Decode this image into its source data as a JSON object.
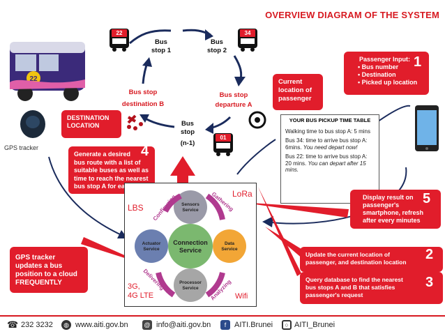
{
  "title": "OVERVIEW DIAGRAM OF THE SYSTEM",
  "stops": {
    "bus_stop_1": [
      "Bus",
      "stop 1"
    ],
    "bus_stop_2": [
      "Bus",
      "stop 2"
    ],
    "bus_stop_n1": [
      "Bus",
      "stop",
      "(n-1)"
    ],
    "bus_stop_b": [
      "Bus stop",
      "destination B"
    ],
    "bus_stop_a": [
      "Bus stop",
      "departure  A"
    ]
  },
  "buses": {
    "bus_22": "22",
    "bus_34": "34",
    "bus_01": "01",
    "van_number": "22"
  },
  "current_location": [
    "Current",
    "location of",
    "passenger"
  ],
  "destination_location": [
    "DESTINATION",
    "LOCATION"
  ],
  "gps_tracker_label": "GPS tracker",
  "callouts": {
    "passenger_input": {
      "heading": "Passenger Input:",
      "items": [
        "Bus number",
        "Destination",
        "Picked up location"
      ],
      "number": "1"
    },
    "route": {
      "text": [
        "Generate a desired",
        "bus route with a list of",
        "suitable buses as well as",
        "time to reach the nearest",
        "bus stop A for each bus"
      ],
      "number": "4"
    },
    "display": {
      "text": [
        "Display result on",
        "passenger's",
        "smartphone, refresh",
        "after every minutes"
      ],
      "number": "5"
    },
    "gps": {
      "text": [
        "GPS tracker",
        "updates a bus",
        "position to a cloud",
        "FREQUENTLY"
      ]
    },
    "update": {
      "text": [
        "Update the current location of",
        "passenger, and destination location"
      ],
      "number": "2"
    },
    "query": {
      "text": [
        "Query database to find the nearest",
        "bus stops A and B that satisfies",
        "passenger's request"
      ],
      "number": "3"
    }
  },
  "timetable": {
    "title": "YOUR BUS PICKUP TIME TABLE",
    "rows": [
      {
        "text": "Walking time to bus stop A: 5 mins",
        "emph": ""
      },
      {
        "text": "Bus 34: time to arrive bus stop A: 6mins.",
        "emph": "You need depart now!"
      },
      {
        "text": "Bus 22: time to arrive bus stop A: 20 mins.",
        "emph": "You can depart after 15 mins."
      }
    ]
  },
  "service_diagram": {
    "center": [
      "Connection",
      "Service"
    ],
    "top": [
      "Sensors",
      "Service"
    ],
    "right": [
      "Data",
      "Service"
    ],
    "bottom": [
      "Processor",
      "Service"
    ],
    "left": [
      "Actuator",
      "Service"
    ],
    "arrows": [
      "Configuring",
      "Gathering",
      "Analyzing",
      "Delivering"
    ],
    "corners": {
      "lbs": "LBS",
      "lora": "LoRa",
      "cellular": [
        "3G,",
        "4G LTE"
      ],
      "wifi": "Wifi"
    },
    "colors": {
      "top": "#9a9aa8",
      "right": "#f2a636",
      "bottom": "#a6a6a6",
      "left": "#6b7fb0",
      "center": "#7bb86f"
    }
  },
  "footer": {
    "phone": "232 3232",
    "web": "www.aiti.gov.bn",
    "email": "info@aiti.gov.bn",
    "facebook": "AITI.Brunei",
    "instagram": "AITI_Brunei"
  },
  "colors": {
    "accent": "#e11d2b",
    "title": "#d71920"
  }
}
